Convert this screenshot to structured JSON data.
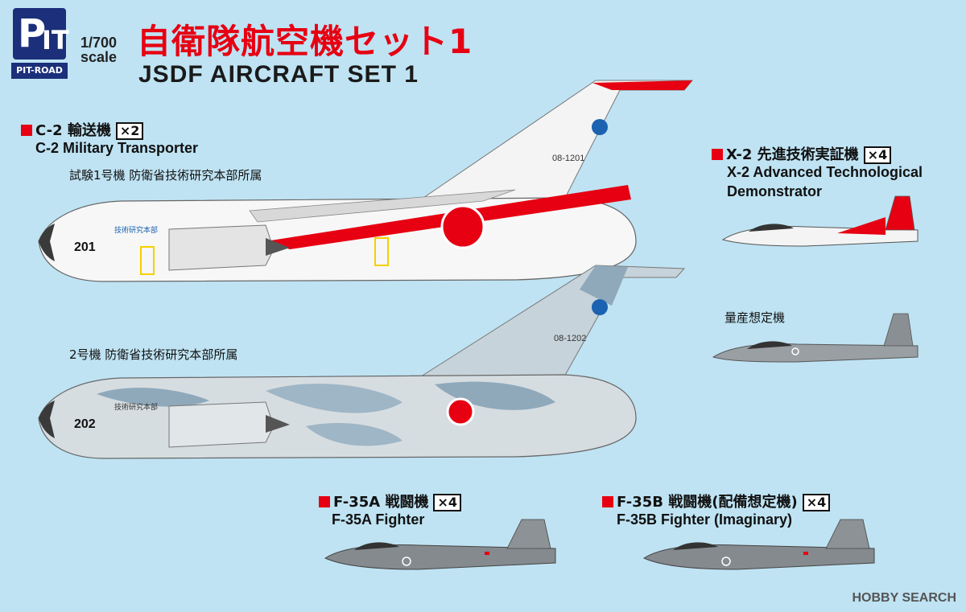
{
  "brand": {
    "mark_letters": "P",
    "mark_letters2": "IT",
    "name": "PIT-ROAD"
  },
  "scale": {
    "ratio": "1/700",
    "word": "scale"
  },
  "title": {
    "jp": "自衛隊航空機セット1",
    "en": "JSDF AIRCRAFT SET 1"
  },
  "sections": {
    "c2": {
      "jp": "C-2 輸送機",
      "qty": "×2",
      "en": "C-2 Military Transporter"
    },
    "x2": {
      "jp": "X-2 先進技術実証機",
      "qty": "×4",
      "en1": "X-2 Advanced Technological",
      "en2": "Demonstrator"
    },
    "f35a": {
      "jp": "F-35A 戦闘機",
      "qty": "×4",
      "en": "F-35A Fighter"
    },
    "f35b": {
      "jp": "F-35B 戦闘機(配備想定機)",
      "qty": "×4",
      "en": "F-35B Fighter (Imaginary)"
    }
  },
  "notes": {
    "c2_first": "試験1号機 防衛省技術研究本部所属",
    "c2_second": "2号機 防衛省技術研究本部所属",
    "x2_prod": "量産想定機"
  },
  "markings": {
    "tail1": "08-1201",
    "nose1": "201",
    "side1": "技術研究本部",
    "tail2": "08-1202",
    "nose2": "202",
    "side2": "技術研究本部"
  },
  "watermark": "HOBBY SEARCH",
  "colors": {
    "accent_red": "#e60012",
    "brand_blue": "#1b2f7a",
    "sky": "#bfe3f3"
  }
}
